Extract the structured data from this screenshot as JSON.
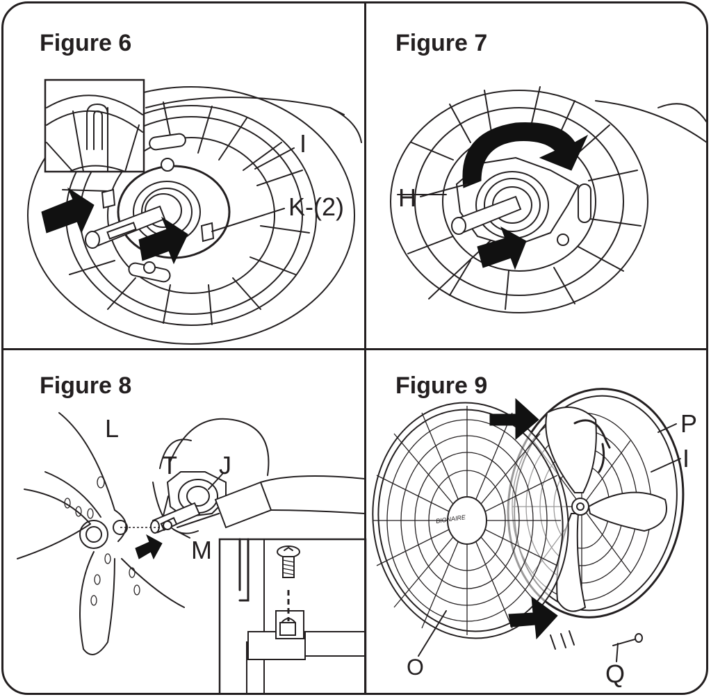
{
  "figures": {
    "fig6": {
      "title": "Figure 6",
      "labels": {
        "i": "I",
        "k": "K-(2)"
      }
    },
    "fig7": {
      "title": "Figure 7",
      "labels": {
        "h": "H"
      }
    },
    "fig8": {
      "title": "Figure 8",
      "labels": {
        "l": "L",
        "t": "T",
        "j": "J",
        "m": "M"
      }
    },
    "fig9": {
      "title": "Figure 9",
      "brand": "BIONAIRE",
      "labels": {
        "p": "P",
        "i": "I",
        "o": "O",
        "q": "Q"
      }
    }
  },
  "colors": {
    "ink": "#231f20",
    "paper": "#ffffff",
    "arrow": "#111111"
  },
  "icons": [
    "arrow-icon",
    "rotate-arrow-icon",
    "screw-icon",
    "screwdriver-icon"
  ]
}
